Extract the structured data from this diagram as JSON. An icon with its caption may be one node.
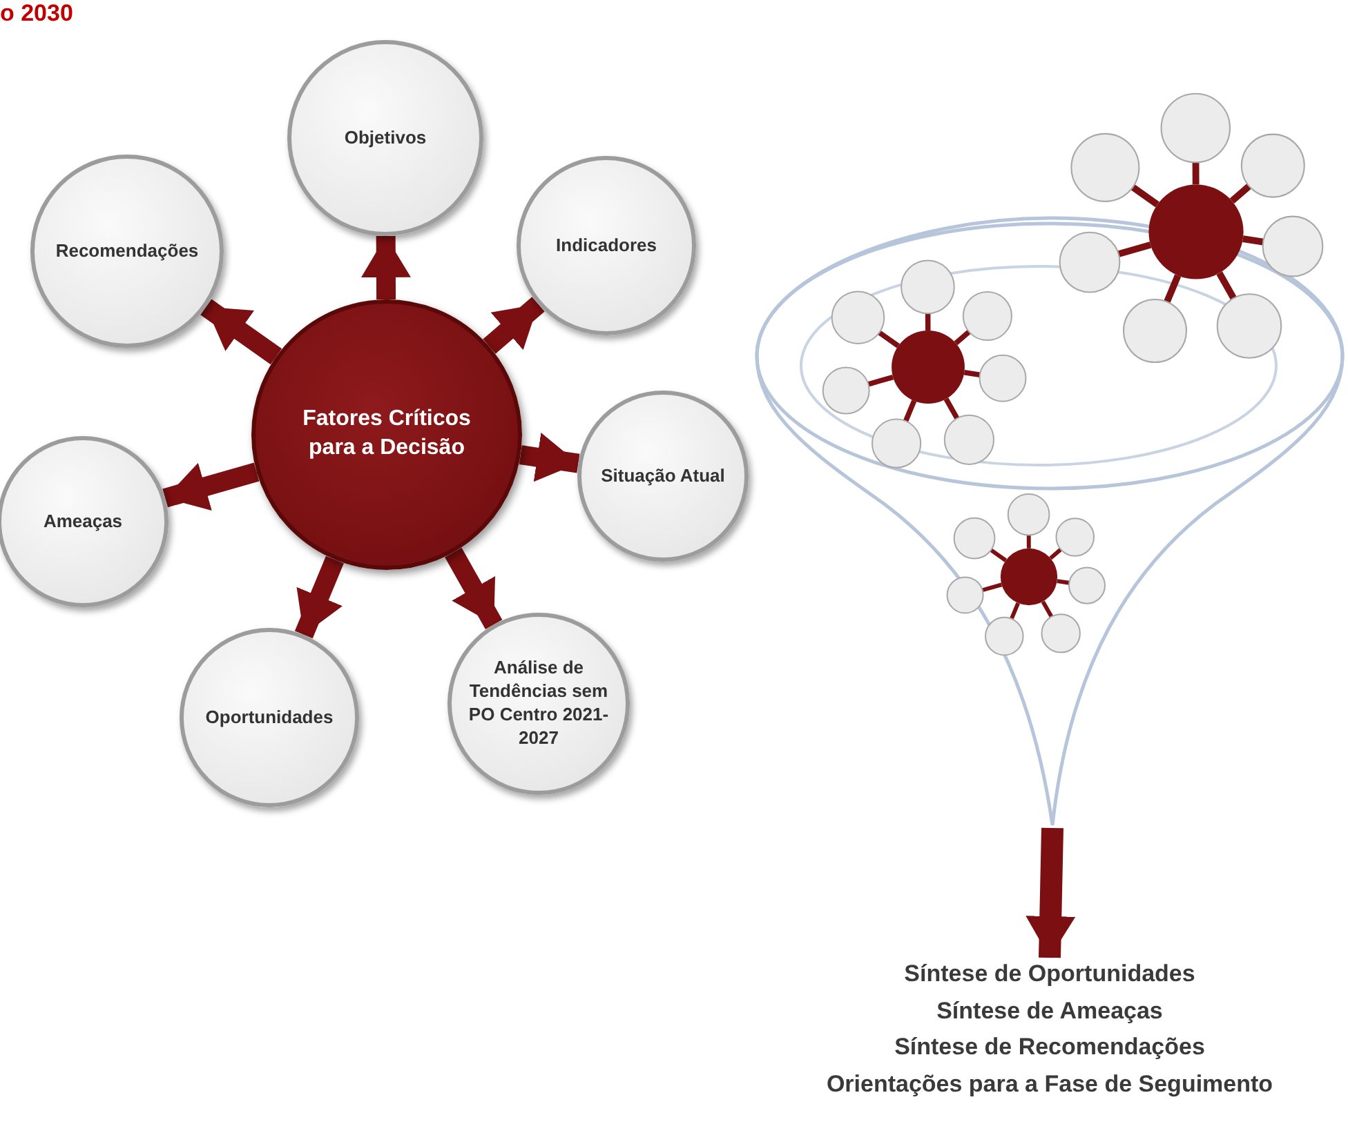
{
  "diagram": {
    "nodes": [
      {
        "text": [
          "Fatores Críticos para a Decisão"
        ]
      },
      {
        "text": [
          "Objetivos"
        ]
      },
      {
        "text": [
          "Indicadores"
        ]
      },
      {
        "text": [
          "Situação Atual"
        ]
      },
      {
        "text": [
          "Análise de Tendências sem PO Centro 2021-2027"
        ]
      },
      {
        "text": [
          "Oportunidades"
        ]
      },
      {
        "text": [
          "Ameaças"
        ]
      },
      {
        "text": [
          "Recomendações"
        ]
      },
      {
        "text": [],
        "shape": "picture"
      },
      {
        "text": [
          "Síntese de Oportunidades",
          "Síntese de Ameaças",
          "Síntese de Recomendações",
          "Orientações para a Fase de Seguimento"
        ]
      }
    ],
    "edges": [
      {
        "from": 0,
        "to": 1,
        "arrow": "to"
      },
      {
        "from": 0,
        "to": 2,
        "arrow": "to"
      },
      {
        "from": 0,
        "to": 3,
        "arrow": "to"
      },
      {
        "from": 0,
        "to": 4,
        "arrow": "to"
      },
      {
        "from": 0,
        "to": 5,
        "arrow": "to"
      },
      {
        "from": 0,
        "to": 6,
        "arrow": "to"
      },
      {
        "from": 0,
        "to": 7,
        "arrow": "to"
      },
      {
        "from": 8,
        "to": 9,
        "arrow": "to"
      }
    ],
    "labels": [
      "o 2030"
    ]
  }
}
